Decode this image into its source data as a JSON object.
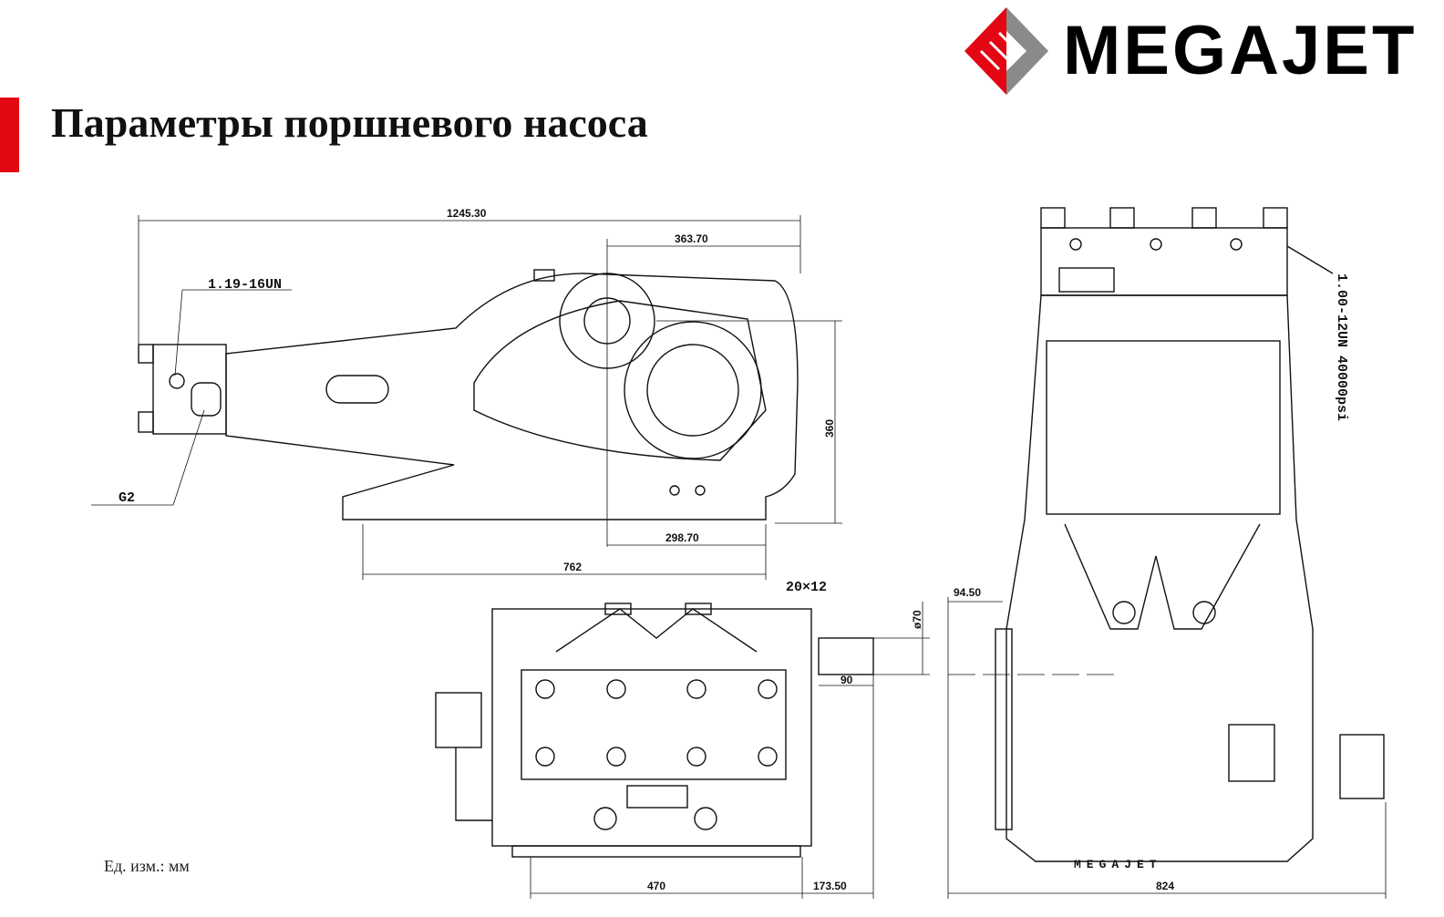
{
  "header": {
    "title": "Параметры поршневого насоса",
    "logo_text": "MEGAJET",
    "accent_color": "#e30613",
    "logo_gray": "#8a8a8a"
  },
  "drawing": {
    "side_view": {
      "overall_length": "1245.30",
      "upper_offset": "363.70",
      "inlet_thread": "1.19-16UN",
      "outlet_thread": "G2",
      "height": "360",
      "foot_offset": "298.70",
      "base_length": "762"
    },
    "front_view": {
      "key": "20×12",
      "shaft_diameter": "ø70",
      "shaft_length": "90",
      "base_width": "470",
      "shaft_projection": "173.50"
    },
    "end_view": {
      "discharge_thread": "1.00-12UN 40000psi",
      "shaft_offset": "94.50",
      "overall_width": "824",
      "base_mark": "MEGAJET"
    },
    "units_note": "Ед. изм.: мм"
  }
}
